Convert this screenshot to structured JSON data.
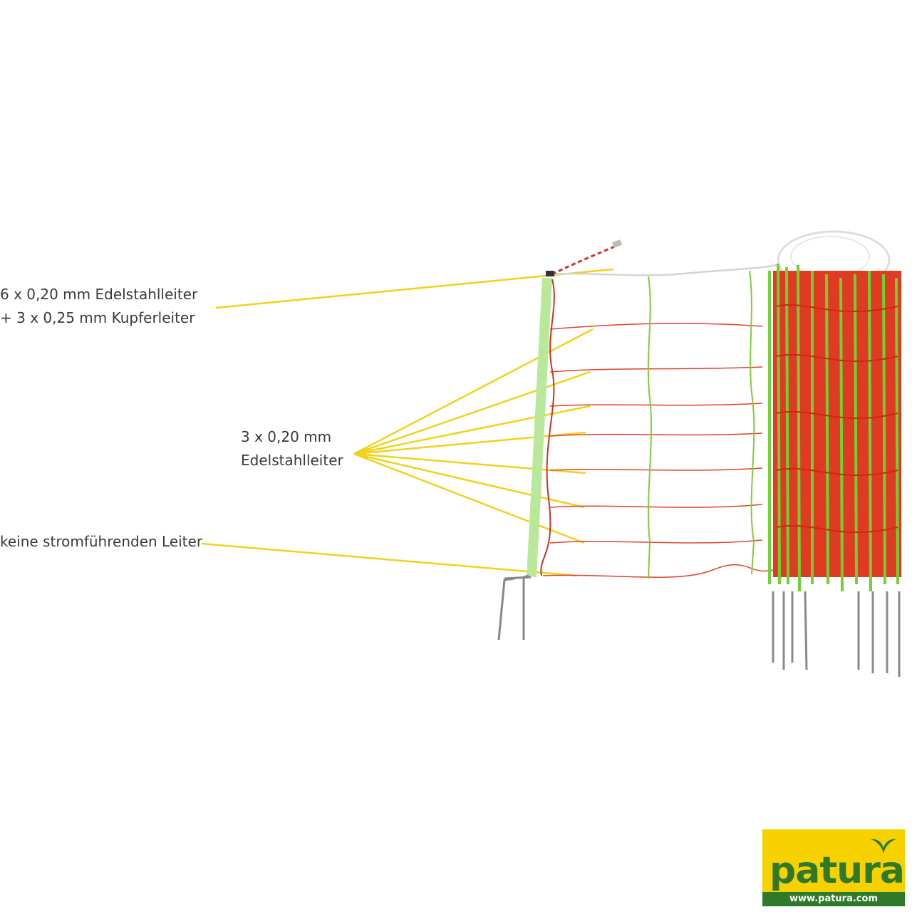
{
  "annotations": {
    "top": [
      "6 x 0,20 mm Edelstahlleiter",
      "+ 3 x 0,25 mm Kupferleiter"
    ],
    "middle": [
      "3 x 0,20 mm",
      "Edelstahlleiter"
    ],
    "bottom": "keine stromführenden Leiter"
  },
  "logo": {
    "wordmark": "patura",
    "url": "www.patura.com"
  },
  "colors": {
    "leader_line": "#f2d21a",
    "post": "#b9e89a",
    "mesh_vertical": "#7ccf3a",
    "mesh_horizontal": "#e0442a",
    "top_wire": "#d9d9d9",
    "logo_bg": "#f8d100",
    "logo_green": "#2f7a2a"
  },
  "icons": [
    "fence-post-icon",
    "rolled-netting-icon",
    "patura-leaf-icon"
  ]
}
